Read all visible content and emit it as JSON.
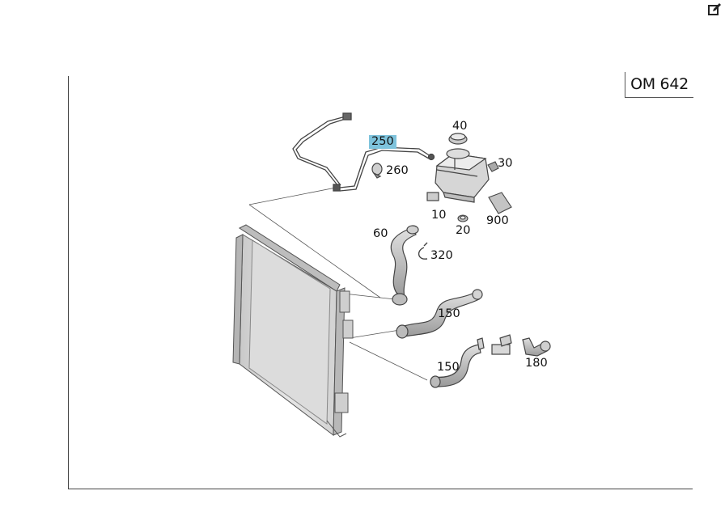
{
  "toolbar": {
    "edit_icon": "edit-icon"
  },
  "diagram": {
    "engine_code": "OM 642",
    "part_labels": {
      "p250": "250",
      "p260": "260",
      "p40": "40",
      "p30": "30",
      "p10": "10",
      "p20": "20",
      "p900": "900",
      "p60": "60",
      "p320": "320",
      "p150a": "150",
      "p150b": "150",
      "p180": "180"
    },
    "selected_part": "250",
    "colors": {
      "selected_highlight": "#7ec3dc",
      "line": "#444444"
    }
  }
}
